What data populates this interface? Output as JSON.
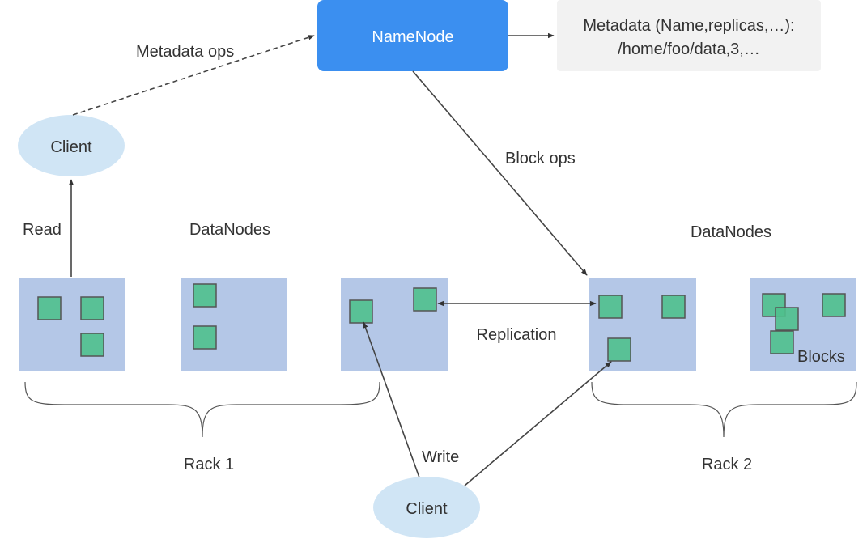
{
  "colors": {
    "namenode": "#3b8ff0",
    "datanode": "#b4c7e7",
    "block": "#4fc08d",
    "client": "#d0e5f5",
    "metadata_box": "#f2f2f2",
    "line": "#444444"
  },
  "namenode": {
    "label": "NameNode"
  },
  "metadata": {
    "line1": "Metadata (Name,replicas,…):",
    "line2": "/home/foo/data,3,…"
  },
  "clients": {
    "top": "Client",
    "bottom": "Client"
  },
  "labels": {
    "metadata_ops": "Metadata ops",
    "block_ops": "Block ops",
    "read": "Read",
    "write": "Write",
    "replication": "Replication",
    "datanodes_left": "DataNodes",
    "datanodes_right": "DataNodes",
    "blocks": "Blocks",
    "rack1": "Rack 1",
    "rack2": "Rack 2"
  }
}
